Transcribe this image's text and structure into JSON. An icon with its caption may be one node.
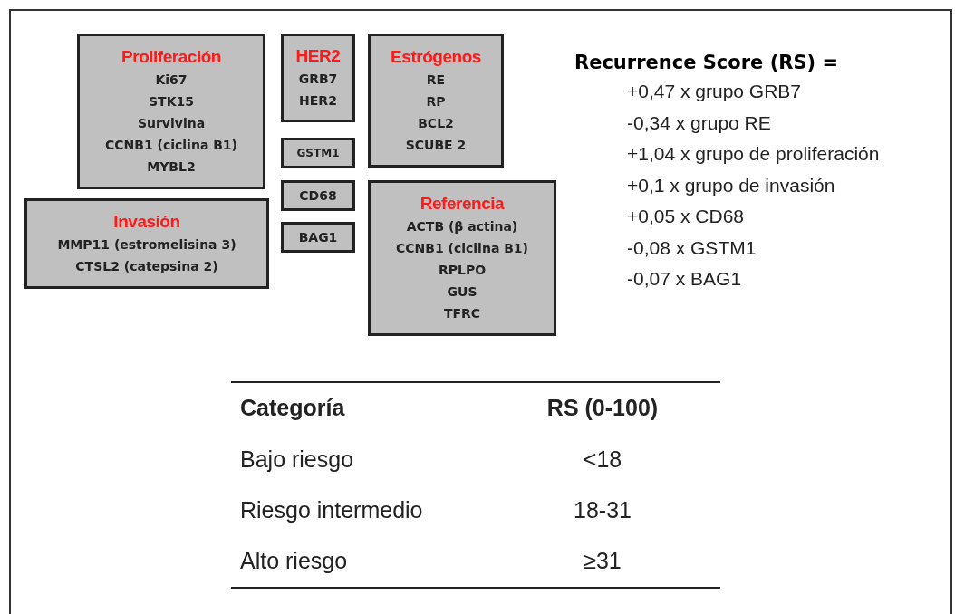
{
  "diagram": {
    "nodes": [
      {
        "text": [
          "Proliferación",
          "Ki67",
          "STK15",
          "Survivina",
          "CCNB1 (ciclina B1)",
          "MYBL2"
        ]
      },
      {
        "text": [
          "HER2",
          "GRB7",
          "HER2"
        ]
      },
      {
        "text": [
          "Estrógenos",
          "RE",
          "RP",
          "BCL2",
          "SCUBE 2"
        ]
      },
      {
        "text": [
          "Invasión",
          "MMP11 (estromelisina 3)",
          "CTSL2 (catepsina 2)"
        ]
      },
      {
        "text": [
          "GSTM1"
        ]
      },
      {
        "text": [
          "CD68"
        ]
      },
      {
        "text": [
          "BAG1"
        ]
      },
      {
        "text": [
          "Referencia",
          "ACTB (β actina)",
          "CCNB1 (ciclina B1)",
          "RPLPO",
          "GUS",
          "TFRC"
        ]
      }
    ],
    "labels": [
      "Recurrence Score (RS) =",
      "+0,47 x grupo GRB7",
      "-0,34 x grupo RE",
      "+1,04 x grupo de proliferación",
      "+0,1 x grupo de invasión",
      "+0,05 x CD68",
      "-0,08 x GSTM1",
      "-0,07 x BAG1",
      "Categoría",
      "RS (0-100)",
      "Bajo riesgo",
      "<18",
      "Riesgo intermedio",
      "18-31",
      "Alto riesgo",
      "≥31"
    ]
  }
}
